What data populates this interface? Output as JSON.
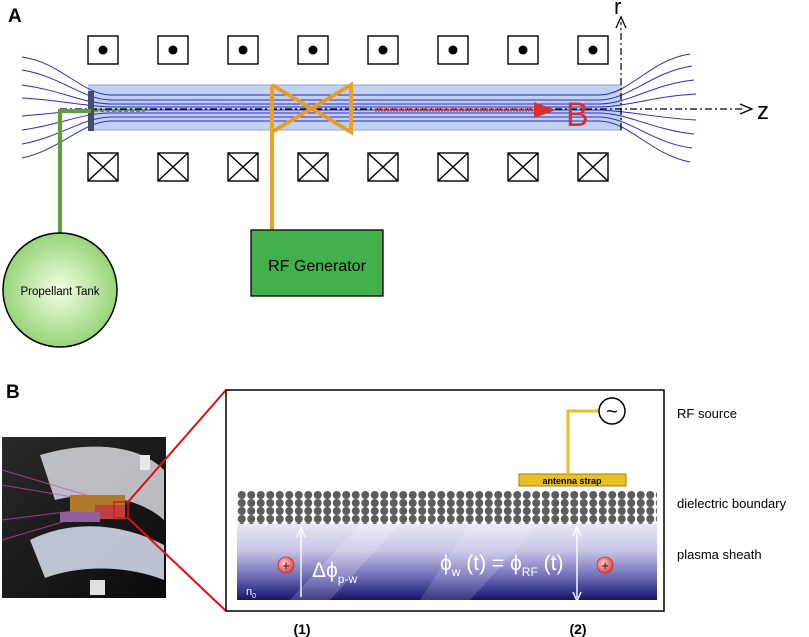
{
  "panel_a": {
    "label": "A",
    "axis_r": "r",
    "axis_z": "z",
    "field_label": "B",
    "rf_generator": "RF Generator",
    "propellant_tank": "Propellant Tank"
  },
  "panel_b": {
    "label": "B",
    "antenna_strap": "antenna strap",
    "n0_main": "n",
    "n0_sub": "0",
    "dphi_main": "Δϕ",
    "dphi_sub": "p-w",
    "phiw_main": "ϕ",
    "phiw_sub": "w",
    "phiw_t": " (t) = ϕ",
    "phirf_sub": "RF",
    "phirf_t": " (t)",
    "plus": "+",
    "tilde": "~",
    "marker_1": "(1)",
    "marker_2": "(2)",
    "side_labels": {
      "rf_source": "RF source",
      "dielectric_boundary": "dielectric boundary",
      "plasma_sheath": "plasma sheath"
    }
  },
  "colors": {
    "tube": "#b9cdee",
    "field_lines": "#2d2ad0",
    "antenna": "#f0a020",
    "propellant_line": "#5aa03a",
    "rf_box": "#43b04b",
    "b_arrow": "#d63131",
    "strap": "#e8c020",
    "zoom_lines": "#e01010",
    "plasma_dark": "#13135e"
  }
}
